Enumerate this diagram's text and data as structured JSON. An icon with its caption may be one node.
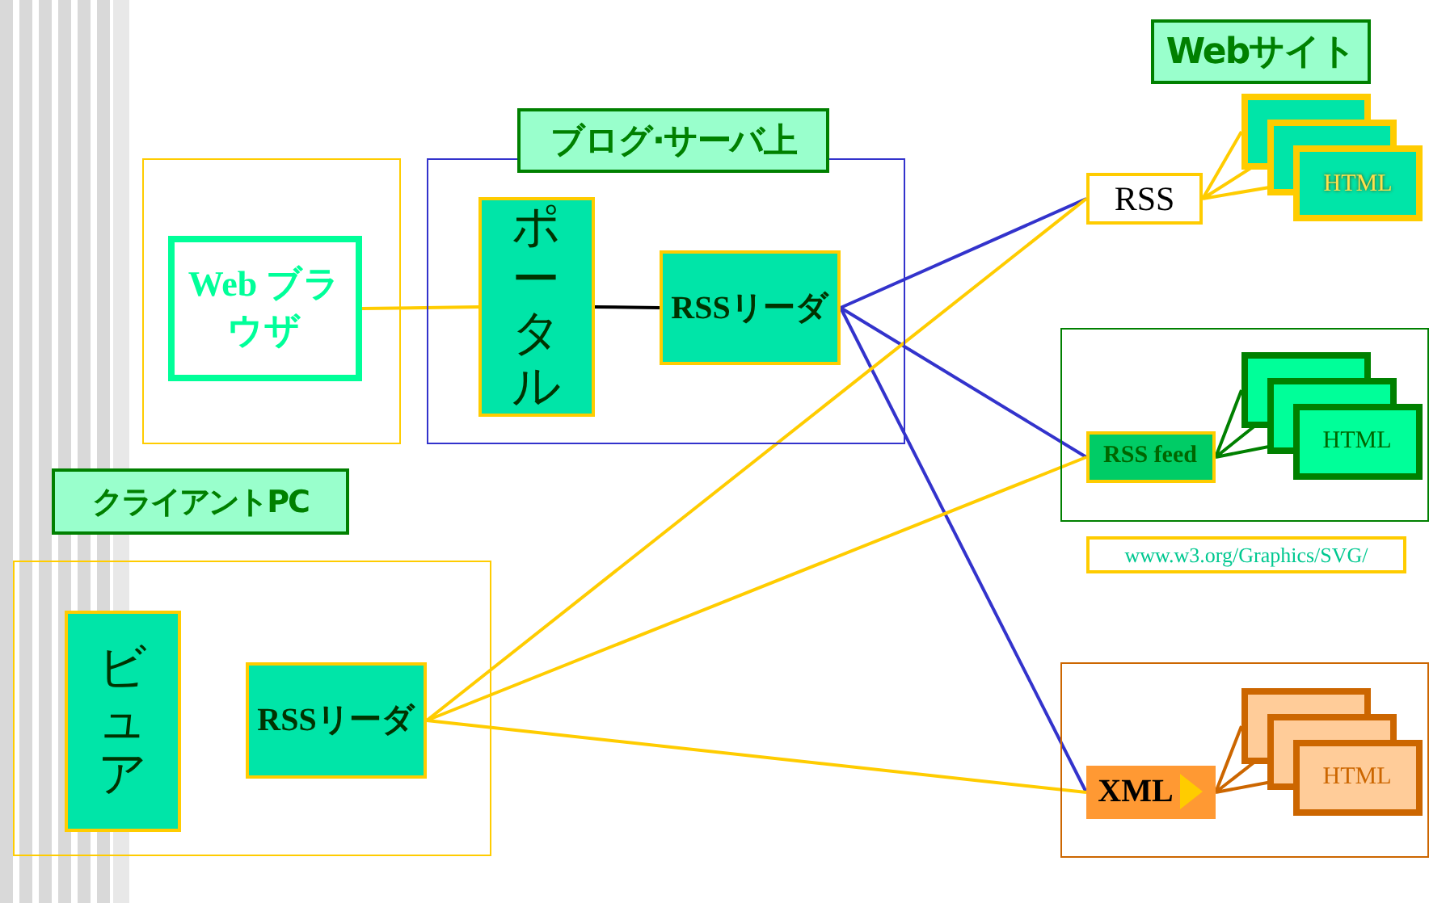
{
  "diagram": {
    "nodes": [
      {
        "text": [],
        "shape": "box"
      },
      {
        "text": [
          "Web ブラウザ"
        ],
        "in": 0
      },
      {
        "text": [],
        "shape": "box"
      },
      {
        "text": [
          "ポータル"
        ],
        "in": 2
      },
      {
        "text": [
          "RSSリーダ"
        ],
        "in": 2
      },
      {
        "text": [],
        "shape": "box"
      },
      {
        "text": [
          "ビュア"
        ],
        "in": 5
      },
      {
        "text": [
          "RSSリーダ"
        ],
        "in": 5
      },
      {
        "text": [
          "RSS"
        ]
      },
      {
        "text": [
          "HTML"
        ]
      },
      {
        "text": [],
        "shape": "box",
        "beside": [
          "www.w3.org/Graphics/SVG/"
        ]
      },
      {
        "text": [
          "RSS feed"
        ],
        "in": 10
      },
      {
        "text": [
          "HTML"
        ],
        "in": 10
      },
      {
        "text": [],
        "shape": "box"
      },
      {
        "text": [
          "XML"
        ],
        "in": 13
      },
      {
        "text": [
          "HTML"
        ],
        "in": 13
      }
    ],
    "edges": [
      {
        "from": 1,
        "to": 3,
        "arrow": "none"
      },
      {
        "from": 3,
        "to": 4,
        "arrow": "none",
        "color": "#000000"
      },
      {
        "from": 4,
        "to": 8,
        "arrow": "none",
        "color": "#3333cc"
      },
      {
        "from": 4,
        "to": 11,
        "arrow": "none",
        "color": "#3333cc"
      },
      {
        "from": 4,
        "to": 14,
        "arrow": "none",
        "color": "#3333cc"
      },
      {
        "from": 7,
        "to": 8,
        "arrow": "none"
      },
      {
        "from": 7,
        "to": 11,
        "arrow": "none"
      },
      {
        "from": 7,
        "to": 14,
        "arrow": "none"
      },
      {
        "from": 8,
        "to": 9,
        "arrow": "none"
      },
      {
        "from": 11,
        "to": 12,
        "arrow": "none",
        "color": "#008000"
      },
      {
        "from": 14,
        "to": 15,
        "arrow": "none",
        "color": "#cc6600"
      }
    ],
    "labels": [
      "Webサイト",
      "ブログ·サーバ上",
      "クライアントPC"
    ]
  }
}
